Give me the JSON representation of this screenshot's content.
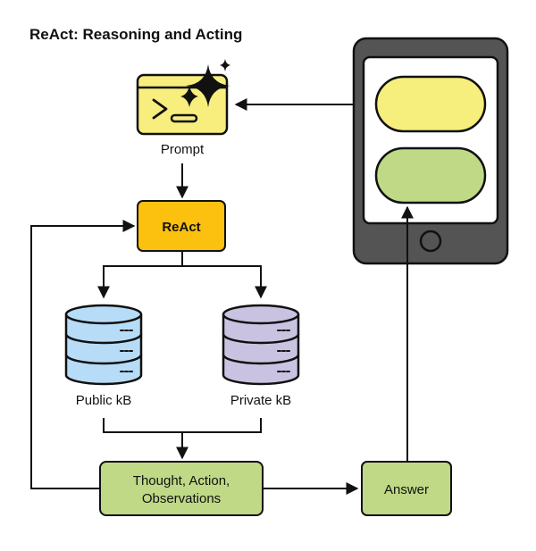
{
  "title": "ReAct: Reasoning and Acting",
  "nodes": {
    "prompt": {
      "label": "Prompt"
    },
    "react": {
      "label": "ReAct"
    },
    "public_kb": {
      "label": "Public kB"
    },
    "private_kb": {
      "label": "Private kB"
    },
    "loop": {
      "line1": "Thought, Action,",
      "line2": "Observations"
    },
    "answer": {
      "label": "Answer"
    }
  },
  "colors": {
    "prompt_window": "#f8ee7e",
    "react_box": "#fbc10e",
    "public_db": "#b7dcf7",
    "private_db": "#c9c3e1",
    "green_box": "#bfd986",
    "phone_body": "#545454",
    "phone_top_bubble": "#f6ee7d",
    "phone_bottom_bubble": "#bfd986",
    "stroke": "#111111"
  },
  "icons": [
    "terminal-prompt-icon",
    "sparkle-icon",
    "database-icon",
    "phone-icon"
  ]
}
